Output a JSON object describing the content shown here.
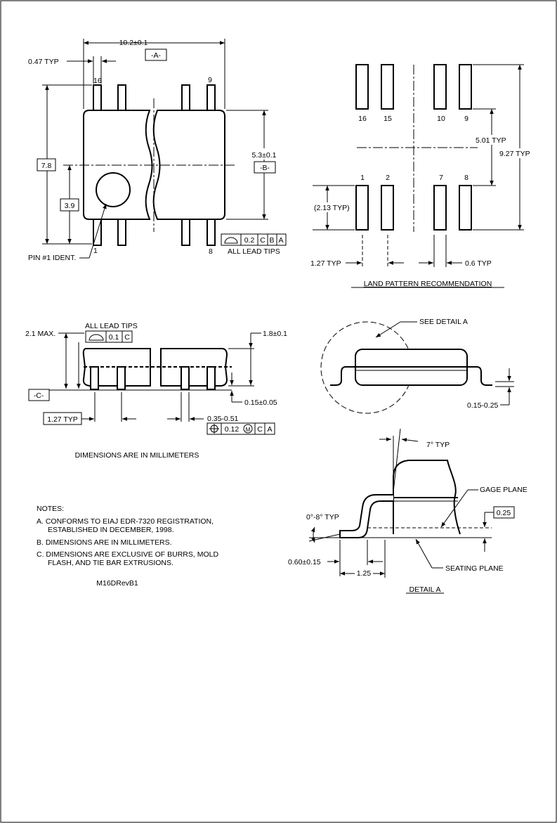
{
  "top_view": {
    "width_dim": "10.2±0.1",
    "datum_a": "-A-",
    "lead_width": "0.47 TYP",
    "pin_16": "16",
    "pin_9": "9",
    "pin_1": "1",
    "pin_8": "8",
    "overall_length": "7.8",
    "body_dim": "5.3±0.1",
    "datum_b": "-B-",
    "half_dim": "3.9",
    "pin1_label": "PIN #1 IDENT.",
    "fcf_tol": "0.2",
    "fcf_ref1": "C",
    "fcf_ref2": "B",
    "fcf_ref3": "A",
    "all_lead_tips": "ALL LEAD TIPS"
  },
  "land_pattern": {
    "pins_top": [
      "16",
      "15",
      "10",
      "9"
    ],
    "pins_bottom": [
      "1",
      "2",
      "7",
      "8"
    ],
    "inner_dim": "5.01 TYP",
    "outer_dim": "9.27 TYP",
    "pad_len": "(2.13 TYP)",
    "pitch": "1.27 TYP",
    "pad_width": "0.6 TYP",
    "title": "LAND PATTERN RECOMMENDATION"
  },
  "side_view": {
    "max_height": "2.1 MAX.",
    "all_lead_tips": "ALL LEAD TIPS",
    "fcf_tol": "0.1",
    "fcf_ref": "C",
    "body_height": "1.8±0.1",
    "datum_c": "-C-",
    "standoff": "0.15±0.05",
    "pitch": "1.27 TYP",
    "lead_range": "0.35-0.51",
    "pos_tol": "0.12",
    "pos_mod": "M",
    "pos_ref1": "C",
    "pos_ref2": "A"
  },
  "end_view": {
    "see_detail": "SEE DETAIL A",
    "lead_thickness": "0.15-0.25"
  },
  "detail_a": {
    "angle_top": "7° TYP",
    "gage_plane": "GAGE PLANE",
    "gage_dim": "0.25",
    "foot_angle": "0°-8° TYP",
    "foot_len": "0.60±0.15",
    "lead_len": "1.25",
    "seating_plane": "SEATING PLANE",
    "title": "DETAIL A"
  },
  "units_note": "DIMENSIONS ARE IN MILLIMETERS",
  "notes": {
    "heading": "NOTES:",
    "a1": "A.  CONFORMS TO EIAJ EDR-7320 REGISTRATION,",
    "a2": "ESTABLISHED IN DECEMBER, 1998.",
    "b": "B.  DIMENSIONS ARE IN MILLIMETERS.",
    "c1": "C.  DIMENSIONS ARE EXCLUSIVE OF BURRS, MOLD",
    "c2": "FLASH, AND TIE BAR EXTRUSIONS."
  },
  "drawing_id": "M16DRevB1"
}
